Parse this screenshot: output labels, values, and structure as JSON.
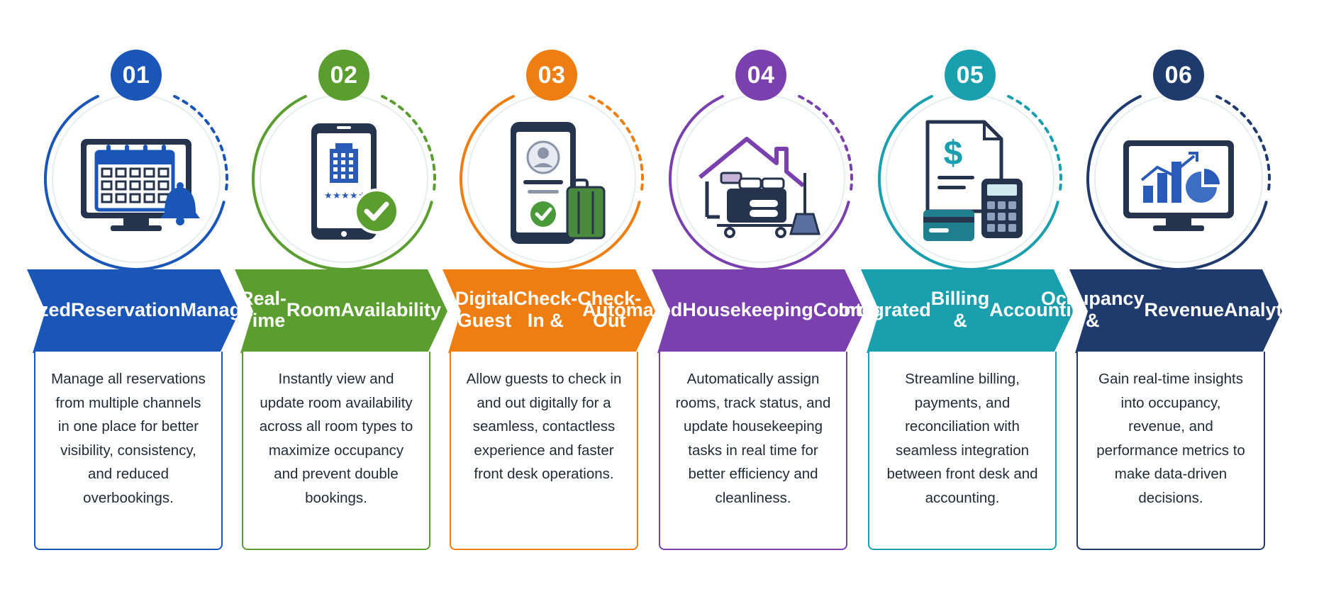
{
  "steps": [
    {
      "number": "01",
      "title": [
        "Centralized",
        "Reservation",
        "Management"
      ],
      "description": "Manage all reservations from multiple channels in one place for better visibility, consistency, and reduced overbookings.",
      "color": "#1a56b8",
      "icon": "calendar-monitor-bell-icon"
    },
    {
      "number": "02",
      "title": [
        "Real-Time",
        "Room",
        "Availability"
      ],
      "description": "Instantly view and update room availability across all room types to maximize occupancy and prevent double bookings.",
      "color": "#5a9e2f",
      "icon": "phone-hotel-check-icon"
    },
    {
      "number": "03",
      "title": [
        "Digital Guest",
        "Check-In &",
        "Check-Out"
      ],
      "description": "Allow guests to check in and out digitally for a seamless, contactless experience and faster front desk operations.",
      "color": "#ee7d12",
      "icon": "phone-guest-luggage-icon"
    },
    {
      "number": "04",
      "title": [
        "Automated",
        "Housekeeping",
        "Coordination"
      ],
      "description": "Automatically assign rooms, track status, and update housekeeping tasks in real time for better efficiency and cleanliness.",
      "color": "#7a40ad",
      "icon": "house-cart-broom-icon"
    },
    {
      "number": "05",
      "title": [
        "Integrated",
        "Billing &",
        "Accounting"
      ],
      "description": "Streamline billing, payments, and reconciliation with seamless integration between front desk and accounting.",
      "color": "#1a9fae",
      "icon": "invoice-card-calculator-icon"
    },
    {
      "number": "06",
      "title": [
        "Occupancy &",
        "Revenue",
        "Analytics"
      ],
      "description": "Gain real-time insights into occupancy, revenue, and performance metrics to make data-driven decisions.",
      "color": "#1f3b6e",
      "icon": "analytics-monitor-icon"
    }
  ],
  "colors": {
    "text": "#1f2a36",
    "dark_icon": "#26334d",
    "background": "#ffffff"
  }
}
